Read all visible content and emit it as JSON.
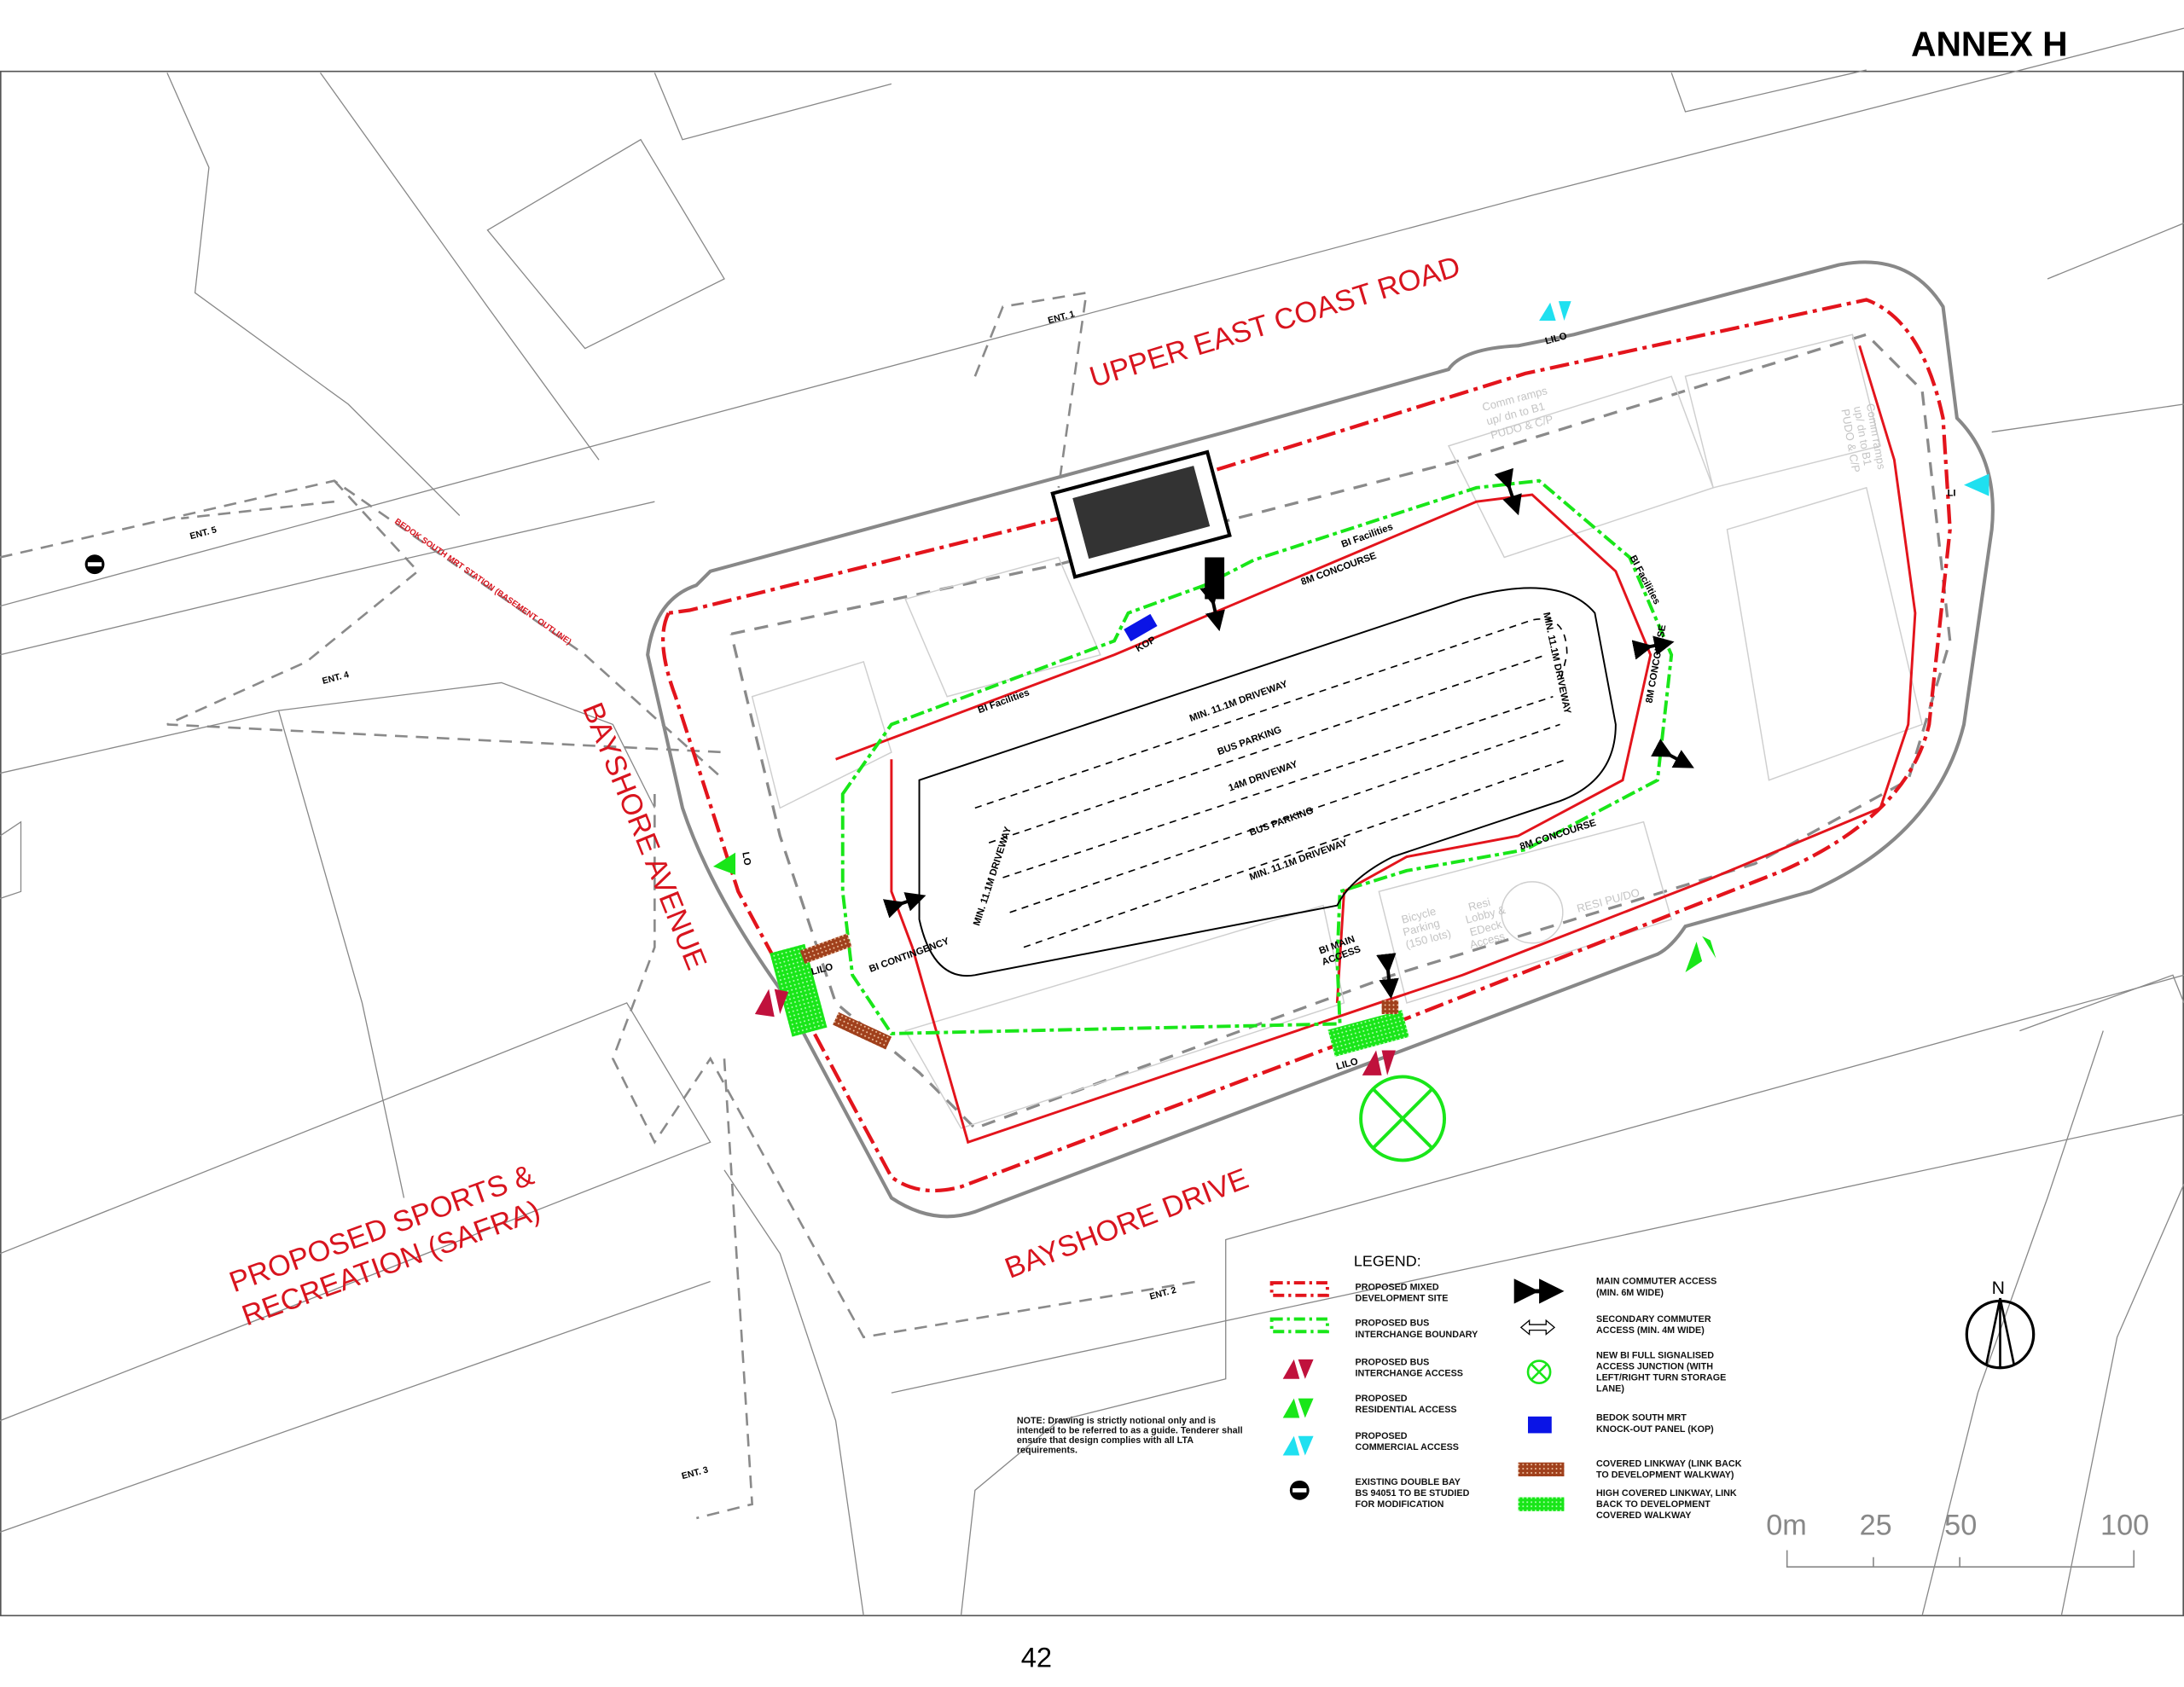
{
  "header": {
    "annex": "ANNEX H"
  },
  "page_number": "42",
  "roads": {
    "upper_east_coast": "UPPER EAST COAST ROAD",
    "bayshore_avenue": "BAYSHORE AVENUE",
    "bayshore_drive": "BAYSHORE DRIVE",
    "mrt_outline": "BEDOK SOUTH MRT STATION (BASEMENT OUTLINE)"
  },
  "safra": {
    "line1": "PROPOSED SPORTS &",
    "line2": "RECREATION (SAFRA)"
  },
  "entrances": [
    "ENT. 1",
    "ENT. 2",
    "ENT. 3",
    "ENT. 4",
    "ENT. 5"
  ],
  "plan_labels": {
    "driveway_top": "MIN. 11.1M DRIVEWAY",
    "bus_parking_1": "BUS PARKING",
    "driveway_mid": "14M DRIVEWAY",
    "bus_parking_2": "BUS PARKING",
    "driveway_bottom": "MIN. 11.1M DRIVEWAY",
    "driveway_left": "MIN. 11.1M DRIVEWAY",
    "driveway_right": "MIN. 11.1M DRIVEWAY",
    "concourse_top": "8M CONCOURSE",
    "concourse_right": "8M CONCOURSE",
    "concourse_bottom": "8M CONCOURSE",
    "facilities_top": "BI Facilities",
    "facilities_left": "BI Facilities",
    "facilities_right": "BI Facilities",
    "kop": "KOP",
    "contingency": "BI CONTINGENCY",
    "main_access_1": "BI MAIN",
    "main_access_2": "ACCESS",
    "lilo_top": "LILO",
    "lilo_left": "LILO",
    "lilo_bottom": "LILO",
    "li": "LI",
    "lo": "LO"
  },
  "grey_labels": {
    "comm_ramps": [
      "Comm ramps",
      "up/ dn to B1",
      "PUDO & C/P"
    ],
    "comm_ramps_right": [
      "Comm ramps",
      "up/ dn to B1",
      "PUDO & C/P"
    ],
    "bicycle": [
      "Bicycle",
      "Parking",
      "(150 lots)"
    ],
    "resi_lobby": [
      "Resi",
      "Lobby &",
      "EDeck",
      "Access"
    ],
    "resi_pudo": "RESI PU/DO"
  },
  "legend": {
    "title": "LEGEND:",
    "left": [
      {
        "icon": "red-dash-dot-line",
        "lines": [
          "PROPOSED MIXED",
          "DEVELOPMENT SITE"
        ]
      },
      {
        "icon": "green-dash-dot-line",
        "lines": [
          "PROPOSED BUS",
          "INTERCHANGE BOUNDARY"
        ]
      },
      {
        "icon": "crimson-triangles",
        "lines": [
          "PROPOSED BUS",
          "INTERCHANGE ACCESS"
        ]
      },
      {
        "icon": "green-triangles",
        "lines": [
          "PROPOSED",
          "RESIDENTIAL ACCESS"
        ]
      },
      {
        "icon": "cyan-triangles",
        "lines": [
          "PROPOSED",
          "COMMERCIAL ACCESS"
        ]
      },
      {
        "icon": "no-entry",
        "lines": [
          "EXISTING DOUBLE BAY",
          "BS 94051 TO BE STUDIED",
          "FOR MODIFICATION"
        ]
      }
    ],
    "right": [
      {
        "icon": "solid-double-arrow",
        "lines": [
          "MAIN COMMUTER ACCESS",
          "(MIN. 6M WIDE)"
        ]
      },
      {
        "icon": "hollow-double-arrow",
        "lines": [
          "SECONDARY COMMUTER",
          "ACCESS (MIN. 4M WIDE)"
        ]
      },
      {
        "icon": "signal-junction",
        "lines": [
          "NEW BI FULL SIGNALISED",
          "ACCESS JUNCTION (WITH",
          "LEFT/RIGHT TURN STORAGE",
          "LANE)"
        ]
      },
      {
        "icon": "blue-square",
        "lines": [
          "BEDOK SOUTH MRT",
          "KNOCK-OUT PANEL (KOP)"
        ]
      },
      {
        "icon": "brown-hatch",
        "lines": [
          "COVERED LINKWAY (LINK BACK",
          "TO DEVELOPMENT WALKWAY)"
        ]
      },
      {
        "icon": "green-hatch",
        "lines": [
          "HIGH COVERED LINKWAY, LINK",
          "BACK TO DEVELOPMENT",
          "COVERED WALKWAY"
        ]
      }
    ]
  },
  "note": [
    "NOTE: Drawing is strictly notional only and is",
    "intended to be referred to as a guide. Tenderer shall",
    "ensure that design complies with all LTA",
    "requirements."
  ],
  "north": "N",
  "scale": {
    "labels": [
      "0m",
      "25",
      "50",
      "100"
    ]
  },
  "colors": {
    "red": "#e3141c",
    "green": "#19e619",
    "crimson": "#c0113c",
    "cyan": "#1fe0f0",
    "blue": "#0a14e6",
    "brown": "#a0401c",
    "grey": "#8a8a8a"
  }
}
